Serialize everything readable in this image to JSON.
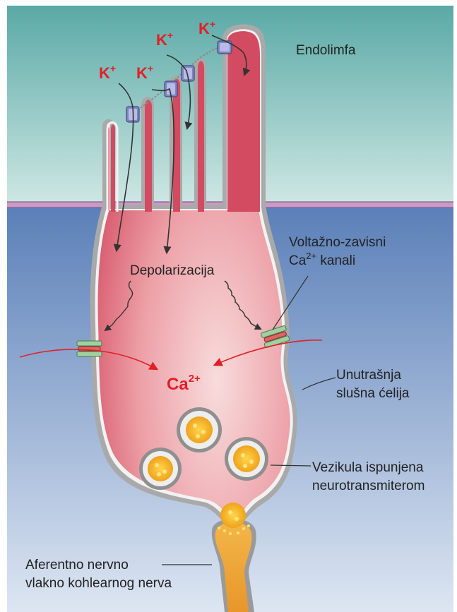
{
  "labels": {
    "endolymph": "Endolimfa",
    "depolarization": "Depolarizacija",
    "channels_line1": "Voltažno-zavisni",
    "channels_line2_prefix": "Ca",
    "channels_line2_sup": "2+",
    "channels_line2_suffix": " kanali",
    "cell_line1": "Unutrašnja",
    "cell_line2": "slušna ćelija",
    "vesicle_line1": "Vezikula ispunjena",
    "vesicle_line2": "neurotransmiterom",
    "nerve_line1": "Aferentno nervno",
    "nerve_line2": "vlakno kohlearnog nerva"
  },
  "ions": {
    "potassium": "K",
    "potassium_charge": "+",
    "calcium": "Ca",
    "calcium_charge": "2+"
  },
  "colors": {
    "endolymph_top": "#5aa9a6",
    "endolymph_bottom": "#cfe8e4",
    "perilymph_top": "#5a7fb8",
    "perilymph_bottom": "#d9e3f1",
    "membrane_line": "#b46a9c",
    "cell_body": "#d9566a",
    "cell_body_light": "#f7d8d8",
    "cell_border": "#9a9a9a",
    "channel_green": "#9fd0a0",
    "channel_blue": "#8a8fc6",
    "vesicle_yellow": "#f7b82c",
    "nerve_fiber": "#efa835",
    "ion_red": "#e21f26"
  }
}
